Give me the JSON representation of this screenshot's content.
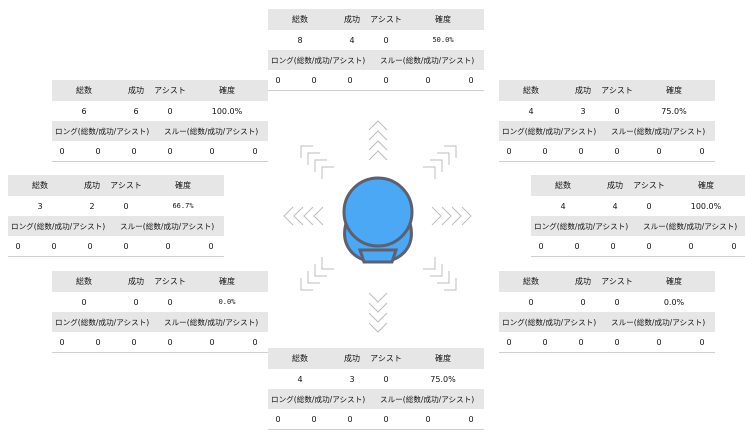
{
  "labels": {
    "total": "総数",
    "success": "成功",
    "assist": "アシスト",
    "accuracy": "確度",
    "long": "ロング(総数/成功/アシスト)",
    "through": "スルー(総数/成功/アシスト)"
  },
  "panels": {
    "top": {
      "total": "8",
      "success": "4",
      "assist": "0",
      "accuracy": "50.0%",
      "bottom": [
        "0",
        "0",
        "0",
        "0",
        "0",
        "0"
      ]
    },
    "upper_left": {
      "total": "6",
      "success": "6",
      "assist": "0",
      "accuracy": "100.0%",
      "bottom": [
        "0",
        "0",
        "0",
        "0",
        "0",
        "0"
      ]
    },
    "upper_right": {
      "total": "4",
      "success": "3",
      "assist": "0",
      "accuracy": "75.0%",
      "bottom": [
        "0",
        "0",
        "0",
        "0",
        "0",
        "0"
      ]
    },
    "mid_left": {
      "total": "3",
      "success": "2",
      "assist": "0",
      "accuracy": "66.7%",
      "bottom": [
        "0",
        "0",
        "0",
        "0",
        "0",
        "0"
      ]
    },
    "mid_right": {
      "total": "4",
      "success": "4",
      "assist": "0",
      "accuracy": "100.0%",
      "bottom": [
        "0",
        "0",
        "0",
        "0",
        "0",
        "0"
      ]
    },
    "lower_left": {
      "total": "0",
      "success": "0",
      "assist": "0",
      "accuracy": "0.0%",
      "bottom": [
        "0",
        "0",
        "0",
        "0",
        "0",
        "0"
      ]
    },
    "lower_right": {
      "total": "0",
      "success": "0",
      "assist": "0",
      "accuracy": "0.0%",
      "bottom": [
        "0",
        "0",
        "0",
        "0",
        "0",
        "0"
      ]
    },
    "bottom": {
      "total": "4",
      "success": "3",
      "assist": "0",
      "accuracy": "75.0%",
      "bottom": [
        "0",
        "0",
        "0",
        "0",
        "0",
        "0"
      ]
    }
  },
  "colors": {
    "player": "#4aa8f5",
    "player_outline": "#5c6070",
    "header_bg": "#e6e6e6",
    "arrow": "#b9b9b9"
  }
}
